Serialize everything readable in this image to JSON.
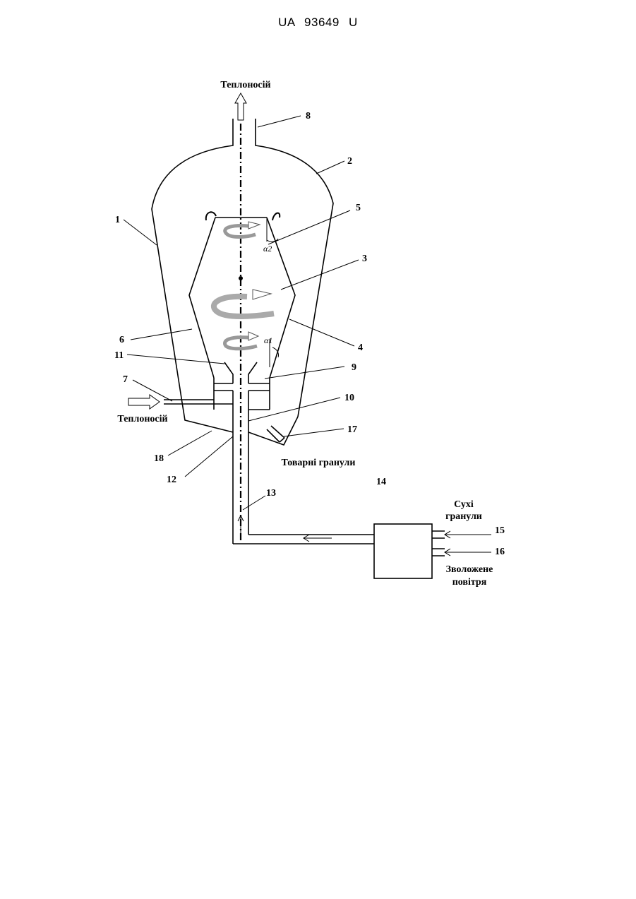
{
  "header": {
    "doc_number": "UA   93649   U"
  },
  "labels": {
    "heat_carrier_out": "Теплоносій",
    "heat_carrier_in": "Теплоносій",
    "product_granules": "Товарні гранули",
    "dry_granules_line1": "Сухі",
    "dry_granules_line2": "гранули",
    "humid_air_line1": "Зволожене",
    "humid_air_line2": "повітря"
  },
  "numbers": {
    "n1": "1",
    "n2": "2",
    "n3": "3",
    "n4": "4",
    "n5": "5",
    "n6": "6",
    "n7": "7",
    "n8": "8",
    "n9": "9",
    "n10": "10",
    "n11": "11",
    "n12": "12",
    "n13": "13",
    "n14": "14",
    "n15": "15",
    "n16": "16",
    "n17": "17",
    "n18": "18"
  },
  "angles": {
    "a1": "α1",
    "a2": "α2"
  }
}
